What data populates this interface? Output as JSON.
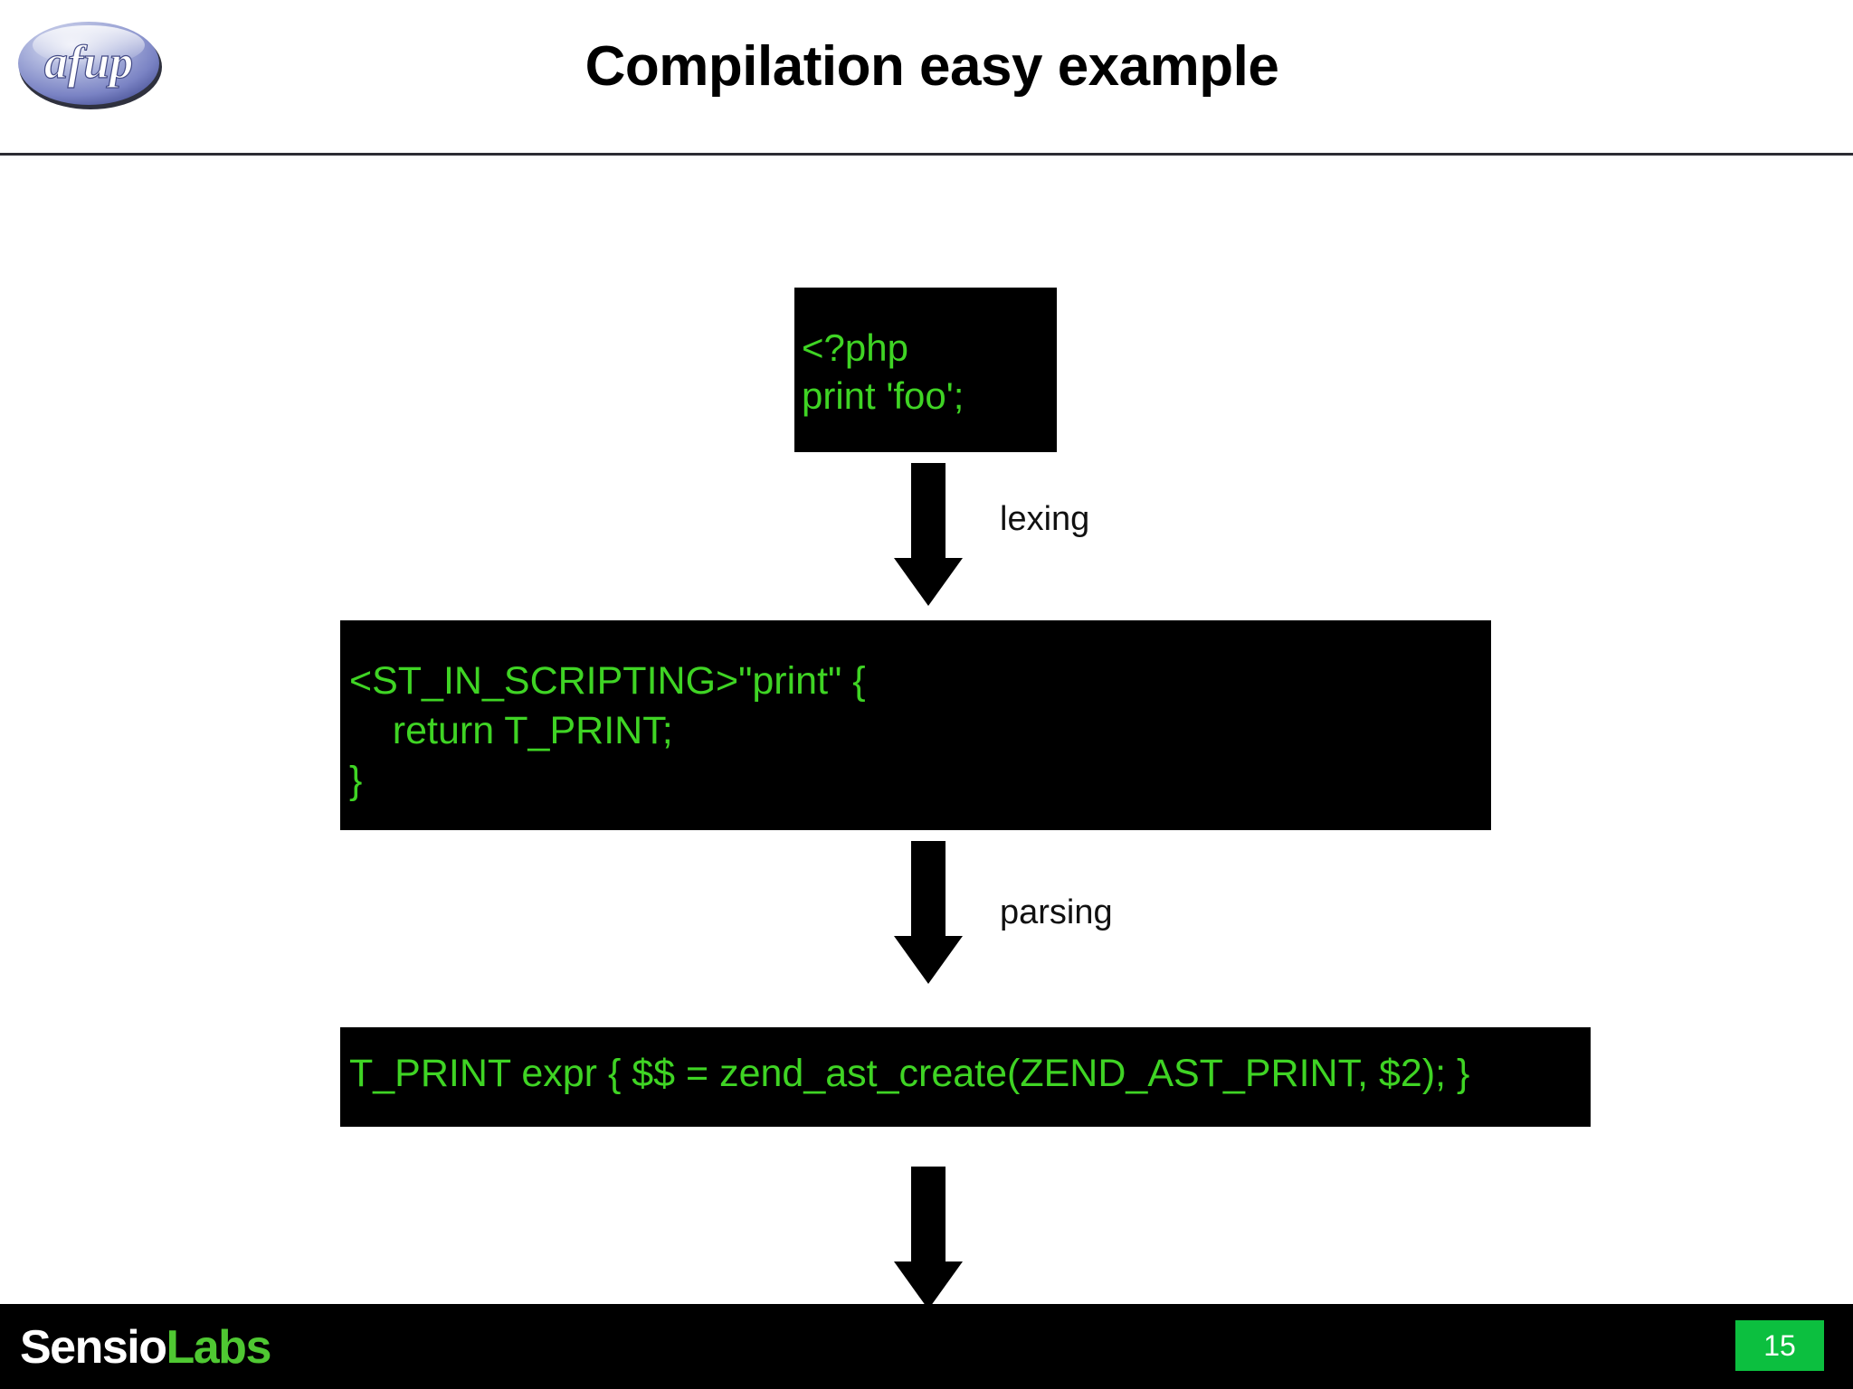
{
  "slide": {
    "title": "Compilation easy example",
    "page_number": "15",
    "background_color": "#ffffff",
    "divider_color": "#2b2b33"
  },
  "brand": {
    "logo_text": "afup",
    "logo_icon": "afup-oval-logo",
    "logo_color_light": "#c6cbe8",
    "logo_color_dark": "#5b63a8"
  },
  "diagram": {
    "code_color": "#3fd424",
    "code_background": "#000000",
    "steps": [
      {
        "name": "source-code",
        "lines": [
          "<?php",
          "print 'foo';"
        ],
        "text": "<?php\nprint 'foo';"
      },
      {
        "name": "lexer-rule",
        "lines": [
          "<ST_IN_SCRIPTING>\"print\" {",
          "    return T_PRINT;",
          "}"
        ],
        "text": "<ST_IN_SCRIPTING>\"print\" {\n    return T_PRINT;\n}"
      },
      {
        "name": "parser-rule",
        "lines": [
          "T_PRINT expr { $$ = zend_ast_create(ZEND_AST_PRINT, $2); }"
        ],
        "text": "T_PRINT expr { $$ = zend_ast_create(ZEND_AST_PRINT, $2); }"
      }
    ],
    "arrows": [
      {
        "name": "arrow-lexing",
        "label": "lexing"
      },
      {
        "name": "arrow-parsing",
        "label": "parsing"
      },
      {
        "name": "arrow-next",
        "label": ""
      }
    ]
  },
  "footer": {
    "logo_part_1": "Sensio",
    "logo_part_2": "Labs",
    "logo_part_1_color": "#ffffff",
    "logo_part_2_color": "#4fc832",
    "badge_color": "#0cbf3f",
    "page_number": "15"
  }
}
